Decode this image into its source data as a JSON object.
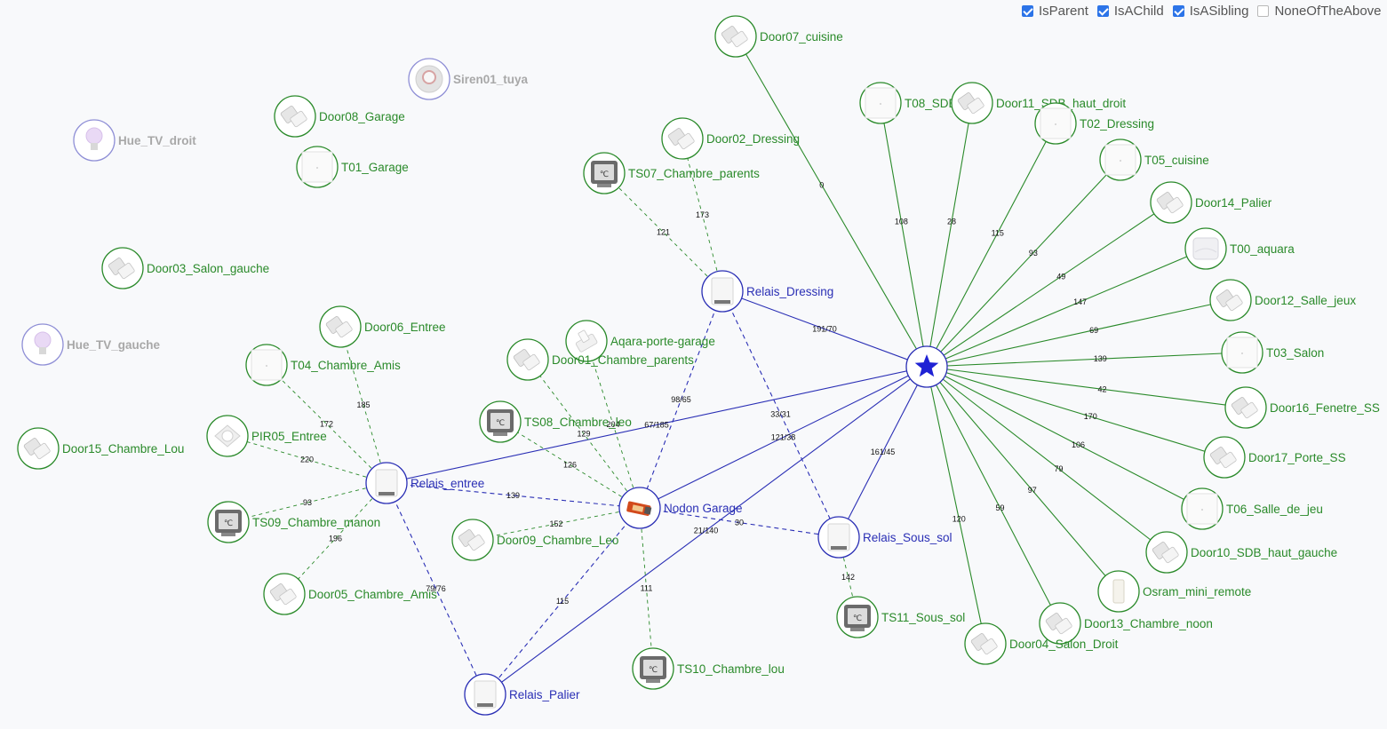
{
  "filters": [
    {
      "label": "IsParent",
      "checked": true
    },
    {
      "label": "IsAChild",
      "checked": true
    },
    {
      "label": "IsASibling",
      "checked": true
    },
    {
      "label": "NoneOfTheAbove",
      "checked": false
    }
  ],
  "colors": {
    "child": "#2a8a2a",
    "router": "#2a2fb5",
    "orphan": "#8f8fd6",
    "orphan_text": "#a8a8a8",
    "edge_label": "#111111"
  },
  "nodes": [
    {
      "id": "coord",
      "label": "",
      "kind": "coordinator",
      "icon": "star-icon"
    },
    {
      "id": "r_dressing",
      "label": "Relais_Dressing",
      "kind": "router",
      "icon": "relay-module-icon"
    },
    {
      "id": "r_entree",
      "label": "Relais_entree",
      "kind": "router",
      "icon": "relay-module-icon"
    },
    {
      "id": "nodon",
      "label": "Nodon Garage",
      "kind": "router",
      "icon": "nodon-module-icon"
    },
    {
      "id": "r_soussol",
      "label": "Relais_Sous_sol",
      "kind": "router",
      "icon": "relay-module-icon"
    },
    {
      "id": "r_palier",
      "label": "Relais_Palier",
      "kind": "router",
      "icon": "relay-module-icon"
    },
    {
      "id": "door07",
      "label": "Door07_cuisine",
      "kind": "child",
      "icon": "door-sensor-icon"
    },
    {
      "id": "t08",
      "label": "T08_SDB_haut",
      "kind": "child",
      "icon": "switch-icon"
    },
    {
      "id": "door11",
      "label": "Door11_SDB_haut_droit",
      "kind": "child",
      "icon": "door-sensor-icon"
    },
    {
      "id": "t02",
      "label": "T02_Dressing",
      "kind": "child",
      "icon": "switch-icon"
    },
    {
      "id": "t05",
      "label": "T05_cuisine",
      "kind": "child",
      "icon": "switch-icon"
    },
    {
      "id": "door14",
      "label": "Door14_Palier",
      "kind": "child",
      "icon": "door-sensor-icon"
    },
    {
      "id": "t00",
      "label": "T00_aquara",
      "kind": "child",
      "icon": "aqara-switch-icon"
    },
    {
      "id": "door12",
      "label": "Door12_Salle_jeux",
      "kind": "child",
      "icon": "door-sensor-icon"
    },
    {
      "id": "t03",
      "label": "T03_Salon",
      "kind": "child",
      "icon": "switch-icon"
    },
    {
      "id": "door16",
      "label": "Door16_Fenetre_SS",
      "kind": "child",
      "icon": "door-sensor-icon"
    },
    {
      "id": "door17",
      "label": "Door17_Porte_SS",
      "kind": "child",
      "icon": "door-sensor-icon"
    },
    {
      "id": "t06",
      "label": "T06_Salle_de_jeu",
      "kind": "child",
      "icon": "switch-icon"
    },
    {
      "id": "door10",
      "label": "Door10_SDB_haut_gauche",
      "kind": "child",
      "icon": "door-sensor-icon"
    },
    {
      "id": "osram",
      "label": "Osram_mini_remote",
      "kind": "child",
      "icon": "remote-icon"
    },
    {
      "id": "door13",
      "label": "Door13_Chambre_noon",
      "kind": "child",
      "icon": "door-sensor-icon"
    },
    {
      "id": "door04",
      "label": "Door04_Salon_Droit",
      "kind": "child",
      "icon": "door-sensor-icon"
    },
    {
      "id": "door02",
      "label": "Door02_Dressing",
      "kind": "child",
      "icon": "door-sensor-icon"
    },
    {
      "id": "ts07",
      "label": "TS07_Chambre_parents",
      "kind": "child",
      "icon": "thermometer-icon"
    },
    {
      "id": "aqara_pg",
      "label": "Aqara-porte-garage",
      "kind": "child",
      "icon": "aqara-sensor-icon"
    },
    {
      "id": "door01",
      "label": "Door01_Chambre_parents",
      "kind": "child",
      "icon": "door-sensor-icon"
    },
    {
      "id": "ts08",
      "label": "TS08_Chambre_leo",
      "kind": "child",
      "icon": "thermometer-icon"
    },
    {
      "id": "door09",
      "label": "Door09_Chambre_Leo",
      "kind": "child",
      "icon": "door-sensor-icon"
    },
    {
      "id": "ts10",
      "label": "TS10_Chambre_lou",
      "kind": "child",
      "icon": "thermometer-icon"
    },
    {
      "id": "ts11",
      "label": "TS11_Sous_sol",
      "kind": "child",
      "icon": "thermometer-icon"
    },
    {
      "id": "door06",
      "label": "Door06_Entree",
      "kind": "child",
      "icon": "door-sensor-icon"
    },
    {
      "id": "t04",
      "label": "T04_Chambre_Amis",
      "kind": "child",
      "icon": "switch-icon"
    },
    {
      "id": "pir05",
      "label": "PIR05_Entree",
      "kind": "child",
      "icon": "motion-sensor-icon"
    },
    {
      "id": "ts09",
      "label": "TS09_Chambre_manon",
      "kind": "child",
      "icon": "thermometer-icon"
    },
    {
      "id": "door05",
      "label": "Door05_Chambre_Amis",
      "kind": "child",
      "icon": "door-sensor-icon"
    },
    {
      "id": "door08",
      "label": "Door08_Garage",
      "kind": "child",
      "icon": "door-sensor-icon"
    },
    {
      "id": "t01",
      "label": "T01_Garage",
      "kind": "child",
      "icon": "switch-icon"
    },
    {
      "id": "door03",
      "label": "Door03_Salon_gauche",
      "kind": "child",
      "icon": "door-sensor-icon"
    },
    {
      "id": "door15",
      "label": "Door15_Chambre_Lou",
      "kind": "child",
      "icon": "door-sensor-icon"
    },
    {
      "id": "siren01",
      "label": "Siren01_tuya",
      "kind": "orphan",
      "icon": "siren-icon"
    },
    {
      "id": "hue_droit",
      "label": "Hue_TV_droit",
      "kind": "orphan",
      "icon": "bulb-icon"
    },
    {
      "id": "hue_gauche",
      "label": "Hue_TV_gauche",
      "kind": "orphan",
      "icon": "bulb-icon"
    }
  ],
  "edges": [
    {
      "from": "coord",
      "to": "door07",
      "label": "0",
      "style": "child"
    },
    {
      "from": "coord",
      "to": "t08",
      "label": "108",
      "style": "child"
    },
    {
      "from": "coord",
      "to": "door11",
      "label": "28",
      "style": "child"
    },
    {
      "from": "coord",
      "to": "t02",
      "label": "115",
      "style": "child"
    },
    {
      "from": "coord",
      "to": "t05",
      "label": "93",
      "style": "child"
    },
    {
      "from": "coord",
      "to": "door14",
      "label": "49",
      "style": "child"
    },
    {
      "from": "coord",
      "to": "t00",
      "label": "147",
      "style": "child"
    },
    {
      "from": "coord",
      "to": "door12",
      "label": "69",
      "style": "child"
    },
    {
      "from": "coord",
      "to": "t03",
      "label": "139",
      "style": "child"
    },
    {
      "from": "coord",
      "to": "door16",
      "label": "42",
      "style": "child"
    },
    {
      "from": "coord",
      "to": "door17",
      "label": "170",
      "style": "child"
    },
    {
      "from": "coord",
      "to": "t06",
      "label": "106",
      "style": "child"
    },
    {
      "from": "coord",
      "to": "door10",
      "label": "79",
      "style": "child"
    },
    {
      "from": "coord",
      "to": "osram",
      "label": "97",
      "style": "child"
    },
    {
      "from": "coord",
      "to": "door13",
      "label": "59",
      "style": "child"
    },
    {
      "from": "coord",
      "to": "door04",
      "label": "120",
      "style": "child"
    },
    {
      "from": "coord",
      "to": "r_dressing",
      "label": "191/70",
      "style": "router"
    },
    {
      "from": "coord",
      "to": "r_entree",
      "label": "67/185",
      "style": "router"
    },
    {
      "from": "coord",
      "to": "nodon",
      "label": "121/38",
      "style": "router"
    },
    {
      "from": "coord",
      "to": "r_soussol",
      "label": "161/45",
      "style": "router"
    },
    {
      "from": "coord",
      "to": "r_palier",
      "label": "21/140",
      "style": "router"
    },
    {
      "from": "r_dressing",
      "to": "nodon",
      "label": "98/65",
      "style": "sibling"
    },
    {
      "from": "r_dressing",
      "to": "r_soussol",
      "label": "33/31",
      "style": "sibling"
    },
    {
      "from": "r_entree",
      "to": "nodon",
      "label": "139",
      "style": "sibling"
    },
    {
      "from": "r_entree",
      "to": "r_palier",
      "label": "79/76",
      "style": "sibling"
    },
    {
      "from": "nodon",
      "to": "r_soussol",
      "label": "30",
      "style": "sibling"
    },
    {
      "from": "nodon",
      "to": "r_palier",
      "label": "115",
      "style": "sibling"
    },
    {
      "from": "r_dressing",
      "to": "door02",
      "label": "173",
      "style": "child-dashed"
    },
    {
      "from": "r_dressing",
      "to": "ts07",
      "label": "121",
      "style": "child-dashed"
    },
    {
      "from": "nodon",
      "to": "aqara_pg",
      "label": "204",
      "style": "child-dashed"
    },
    {
      "from": "nodon",
      "to": "door01",
      "label": "129",
      "style": "child-dashed"
    },
    {
      "from": "nodon",
      "to": "ts08",
      "label": "126",
      "style": "child-dashed"
    },
    {
      "from": "nodon",
      "to": "door09",
      "label": "152",
      "style": "child-dashed"
    },
    {
      "from": "nodon",
      "to": "ts10",
      "label": "111",
      "style": "child-dashed"
    },
    {
      "from": "r_soussol",
      "to": "ts11",
      "label": "142",
      "style": "child-dashed"
    },
    {
      "from": "r_entree",
      "to": "door06",
      "label": "185",
      "style": "child-dashed"
    },
    {
      "from": "r_entree",
      "to": "t04",
      "label": "172",
      "style": "child-dashed"
    },
    {
      "from": "r_entree",
      "to": "pir05",
      "label": "220",
      "style": "child-dashed"
    },
    {
      "from": "r_entree",
      "to": "ts09",
      "label": "93",
      "style": "child-dashed"
    },
    {
      "from": "r_entree",
      "to": "door05",
      "label": "196",
      "style": "child-dashed"
    }
  ]
}
